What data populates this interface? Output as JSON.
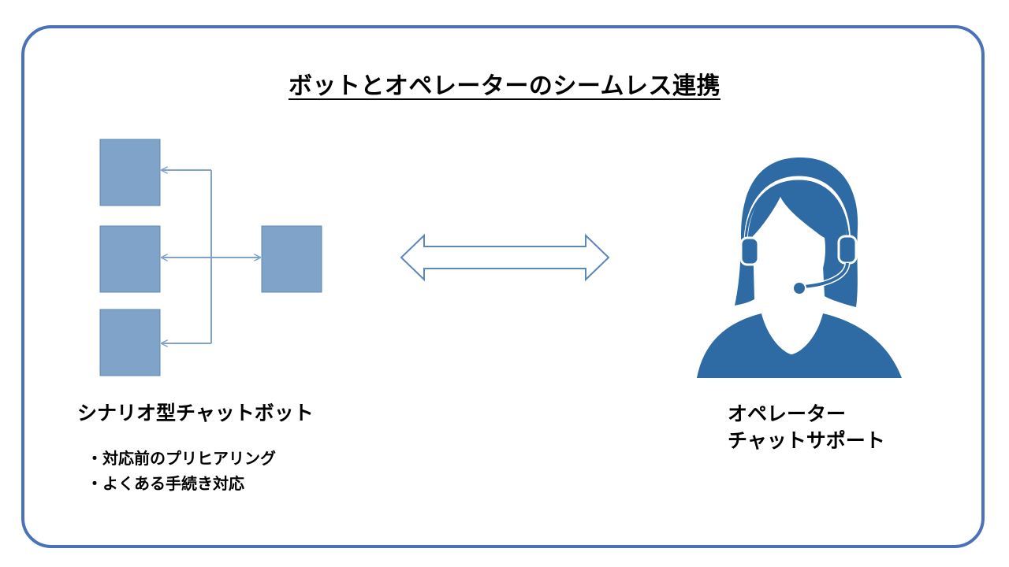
{
  "title": "ボットとオペレーターのシームレス連携",
  "bot": {
    "label": "シナリオ型チャットボット",
    "bullets": [
      "・対応前のプリヒアリング",
      "・よくある手続き対応"
    ]
  },
  "operator": {
    "label_line1": "オペレーター",
    "label_line2": "チャットサポート"
  },
  "colors": {
    "frame": "#4a72b8",
    "box": "#7fa3c9",
    "box_border": "#5f88b5",
    "arrow": "#7fa3c9",
    "double_arrow": "#5b86be",
    "operator": "#2e6aa3"
  },
  "icons": [
    "operator-headset-icon",
    "double-arrow-icon"
  ]
}
